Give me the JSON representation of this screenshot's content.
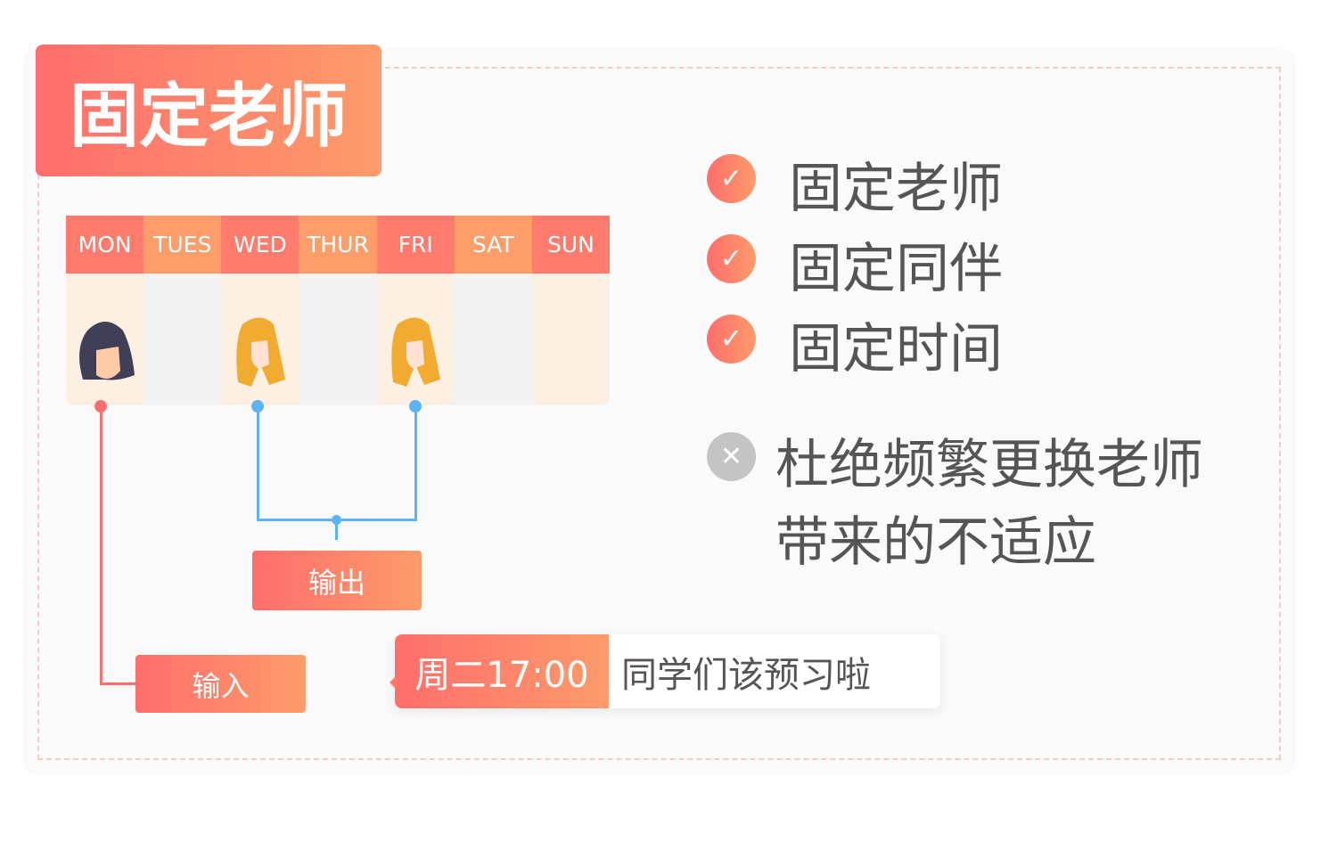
{
  "title": "固定老师",
  "days": [
    "MON",
    "TUES",
    "WED",
    "THUR",
    "FRI",
    "SAT",
    "SUN"
  ],
  "features": [
    "固定老师",
    "固定同伴",
    "固定时间"
  ],
  "negative": {
    "line1": "杜绝频繁更换老师",
    "line2": "带来的不适应"
  },
  "output_label": "输出",
  "input_label": "输入",
  "notification": {
    "time": "周二17:00",
    "message": "同学们该预习啦"
  },
  "colors": {
    "accent": "#ff6e6c",
    "accent2": "#fd9b6a",
    "blue": "#5cb3f5"
  }
}
